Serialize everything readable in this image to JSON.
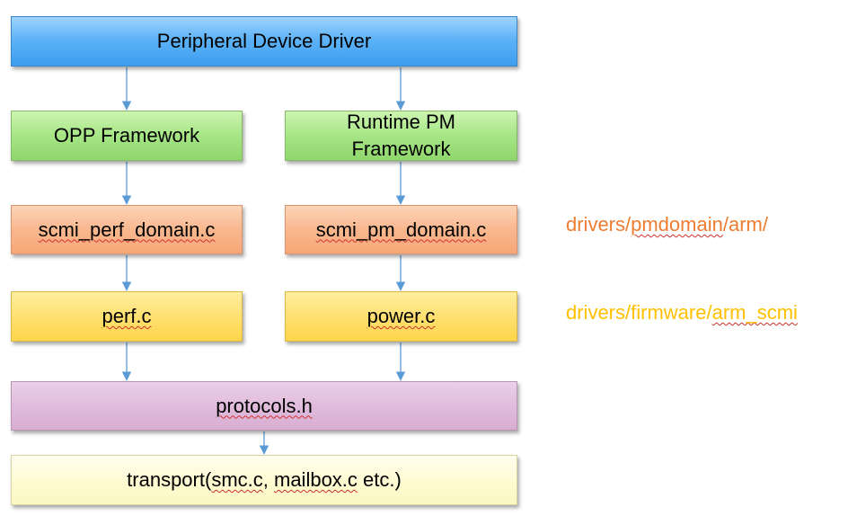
{
  "boxes": {
    "peripheral": "Peripheral Device Driver",
    "opp": "OPP Framework",
    "runtime_line1": "Runtime PM",
    "runtime_line2": "Framework",
    "scmi_perf_domain": "scmi_perf_domain.c",
    "scmi_pm_domain": "scmi_pm_domain.c",
    "perf": "perf.c",
    "power": "power.c",
    "protocols": "protocols.h",
    "transport_prefix": "transport(",
    "transport_smc": "smc.c",
    "transport_sep": ", ",
    "transport_mailbox": "mailbox.c",
    "transport_suffix": " etc.)"
  },
  "side_labels": {
    "pmdomain_prefix": "drivers/",
    "pmdomain_word": "pmdomain",
    "pmdomain_suffix": "/arm/",
    "firmware_prefix": "drivers/firmware/",
    "firmware_word": "arm_scmi"
  },
  "colors": {
    "arrow": "#5b9bd5",
    "pmdomain_label": "#ed7d31",
    "firmware_label": "#ffc000",
    "squiggle": "#d0312d"
  }
}
